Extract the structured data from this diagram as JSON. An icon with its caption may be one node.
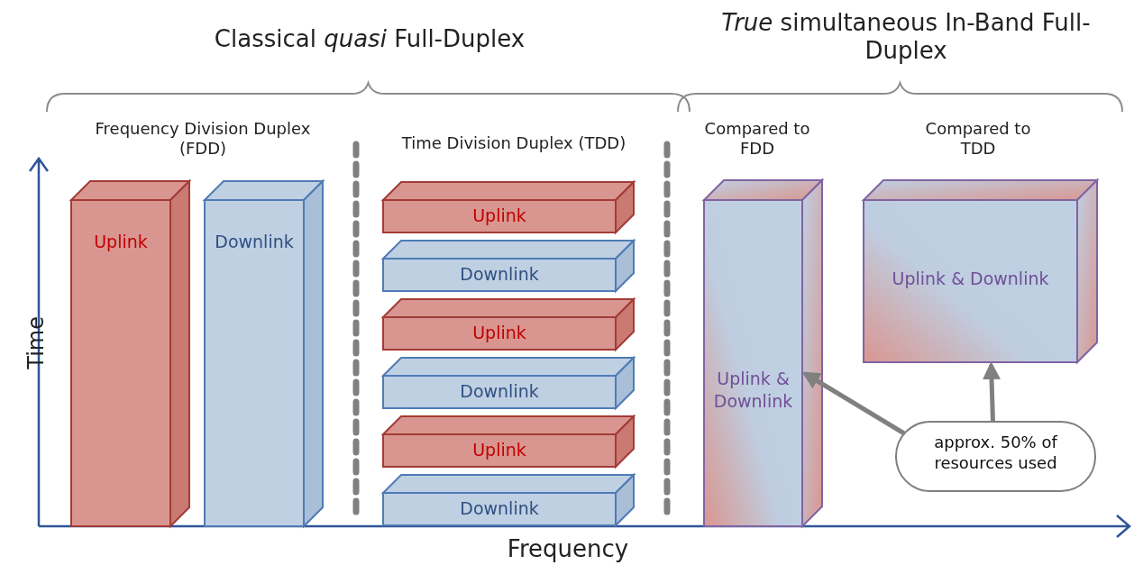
{
  "diagram": {
    "nodes": [
      {
        "text": [
          "Uplink"
        ]
      },
      {
        "text": [
          "Downlink"
        ]
      },
      {
        "text": [
          "Uplink"
        ]
      },
      {
        "text": [
          "Downlink"
        ]
      },
      {
        "text": [
          "Uplink"
        ]
      },
      {
        "text": [
          "Downlink"
        ]
      },
      {
        "text": [
          "Uplink"
        ]
      },
      {
        "text": [
          "Downlink"
        ]
      },
      {
        "text": [
          "Uplink & Downlink"
        ]
      },
      {
        "text": [
          "Uplink & Downlink"
        ]
      },
      {
        "text": [
          "approx. 50% of resources used"
        ]
      }
    ],
    "edges": [
      {
        "from": 10,
        "to": 8,
        "arrow": "to"
      },
      {
        "from": 10,
        "to": 9,
        "arrow": "to"
      }
    ],
    "labels": [
      "Classical *quasi* Full-Duplex",
      "*True* simultaneous In-Band Full-Duplex",
      "Frequency Division Duplex (FDD)",
      "Time Division Duplex (TDD)",
      "Compared to FDD",
      "Compared to TDD",
      "Time",
      "Frequency"
    ]
  }
}
